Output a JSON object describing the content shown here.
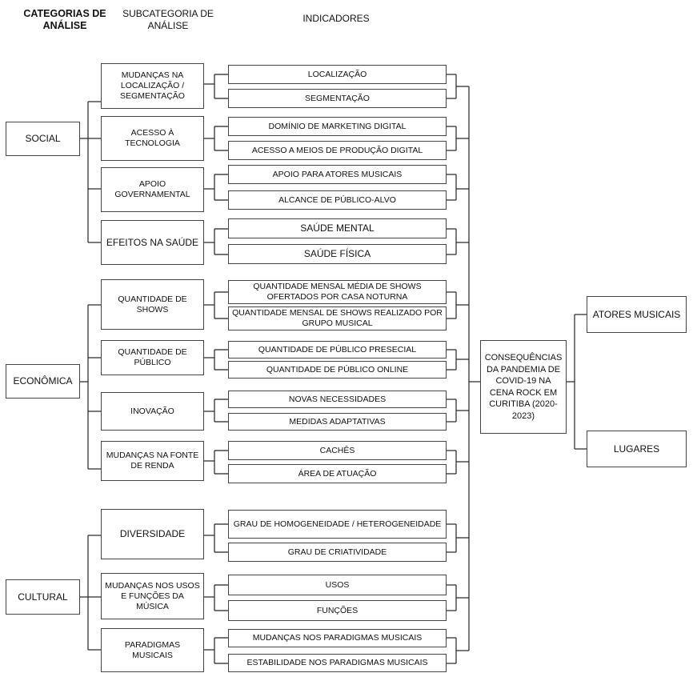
{
  "headers": {
    "categories": "CATEGORIAS DE ANÁLISE",
    "subcategory": "SUBCATEGORIA DE ANÁLISE",
    "indicators": "INDICADORES"
  },
  "categories": [
    {
      "label": "SOCIAL",
      "subcategories": [
        {
          "label": "MUDANÇAS NA LOCALIZAÇÃO / SEGMENTAÇÃO",
          "indicators": [
            "LOCALIZAÇÃO",
            "SEGMENTAÇÃO"
          ]
        },
        {
          "label": "ACESSO À TECNOLOGIA",
          "indicators": [
            "DOMÍNIO DE MARKETING DIGITAL",
            "ACESSO A MEIOS DE PRODUÇÃO DIGITAL"
          ]
        },
        {
          "label": "APOIO GOVERNAMENTAL",
          "indicators": [
            "APOIO PARA ATORES MUSICAIS",
            "ALCANCE DE PÚBLICO-ALVO"
          ]
        },
        {
          "label": "EFEITOS NA SAÚDE",
          "indicators": [
            "SAÚDE MENTAL",
            "SAÚDE FÍSICA"
          ]
        }
      ]
    },
    {
      "label": "ECONÔMICA",
      "subcategories": [
        {
          "label": "QUANTIDADE DE SHOWS",
          "indicators": [
            "QUANTIDADE MENSAL MÉDIA DE SHOWS OFERTADOS POR CASA NOTURNA",
            "QUANTIDADE MENSAL DE SHOWS REALIZADO POR GRUPO MUSICAL"
          ]
        },
        {
          "label": "QUANTIDADE DE PÚBLICO",
          "indicators": [
            "QUANTIDADE DE PÚBLICO PRESECIAL",
            "QUANTIDADE DE PÚBLICO ONLINE"
          ]
        },
        {
          "label": "INOVAÇÃO",
          "indicators": [
            "NOVAS NECESSIDADES",
            "MEDIDAS ADAPTATIVAS"
          ]
        },
        {
          "label": "MUDANÇAS NA FONTE DE RENDA",
          "indicators": [
            "CACHÊS",
            "ÁREA DE ATUAÇÃO"
          ]
        }
      ]
    },
    {
      "label": "CULTURAL",
      "subcategories": [
        {
          "label": "DIVERSIDADE",
          "indicators": [
            "GRAU DE HOMOGENEIDADE / HETEROGENEIDADE",
            "GRAU DE CRIATIVIDADE"
          ]
        },
        {
          "label": "MUDANÇAS NOS USOS E FUNÇÕES DA MÚSICA",
          "indicators": [
            "USOS",
            "FUNÇÕES"
          ]
        },
        {
          "label": "PARADIGMAS MUSICAIS",
          "indicators": [
            "MUDANÇAS NOS PARADIGMAS MUSICAIS",
            "ESTABILIDADE NOS PARADIGMAS MUSICAIS"
          ]
        }
      ]
    }
  ],
  "center": "CONSEQUÊNCIAS DA PANDEMIA DE COVID-19 NA CENA ROCK EM CURITIBA (2020-2023)",
  "outputs": [
    "ATORES MUSICAIS",
    "LUGARES"
  ]
}
